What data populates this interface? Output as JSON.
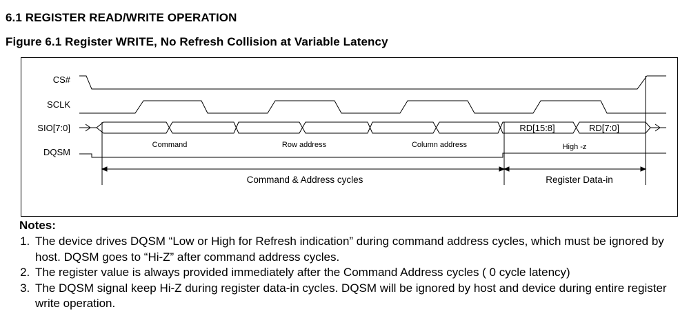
{
  "header": {
    "section_title": "6.1 REGISTER READ/WRITE OPERATION",
    "figure_title": "Figure 6.1 Register WRITE, No Refresh Collision at Variable Latency"
  },
  "diagram": {
    "signals": [
      "CS#",
      "SCLK",
      "SIO[7:0]",
      "DQSM"
    ],
    "bus_labels": [
      "Command",
      "Row address",
      "Column address"
    ],
    "data_labels": [
      "RD[15:8]",
      "RD[7:0]"
    ],
    "dqsm_label": "High -z",
    "phase_labels": [
      "Command & Address  cycles",
      "Register Data-in"
    ]
  },
  "notes": {
    "title": "Notes:",
    "items": [
      "The device drives DQSM “Low or High for Refresh indication” during command address cycles, which must be ignored by host. DQSM goes to “Hi-Z” after command address cycles.",
      "The register value is always provided immediately after the Command Address cycles ( 0 cycle latency)",
      "The DQSM signal keep Hi-Z during register data-in cycles. DQSM will be ignored by host and device during entire register write operation."
    ]
  }
}
